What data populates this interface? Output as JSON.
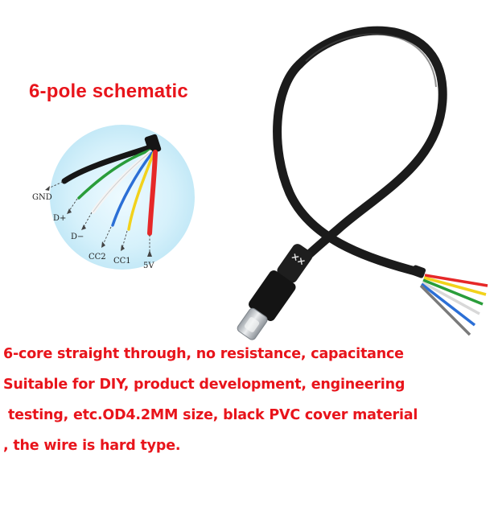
{
  "schematic": {
    "title": "6-pole schematic",
    "pins": [
      {
        "label": "GND",
        "color": "#1a1a1a"
      },
      {
        "label": "D+",
        "color": "#2a9d3a"
      },
      {
        "label": "D−",
        "color": "#f4f4f4"
      },
      {
        "label": "CC2",
        "color": "#2b6fd6"
      },
      {
        "label": "CC1",
        "color": "#f2d21b"
      },
      {
        "label": "5V",
        "color": "#e62828"
      }
    ]
  },
  "description": {
    "line1": "6-core straight through, no resistance, capacitance",
    "line2": "Suitable for DIY, product development, engineering",
    "line3": "testing, etc.OD4.2MM size, black PVC cover material",
    "line4": ", the wire is hard type."
  },
  "colors": {
    "text_accent": "#e8141b",
    "cable": "#1b1b1b",
    "connector_metal": "#c9ccd0",
    "schematic_background": "#d6f1fb"
  }
}
